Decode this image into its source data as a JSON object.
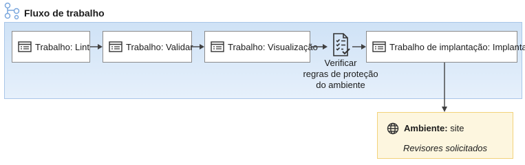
{
  "workflow": {
    "title": "Fluxo de trabalho",
    "jobs": [
      {
        "label": "Trabalho: Lint"
      },
      {
        "label": "Trabalho: Validar"
      },
      {
        "label": "Trabalho: Visualização"
      },
      {
        "label": "Trabalho de implantação: Implantar"
      }
    ],
    "verify_step": [
      "Verificar",
      "regras de proteção",
      "do ambiente"
    ]
  },
  "environment": {
    "label": "Ambiente:",
    "name": "site",
    "reviewers": "Revisores solicitados"
  },
  "icons": {
    "title": "workflow-icon",
    "job": "list-icon",
    "verify": "checklist-icon",
    "environment": "globe-icon"
  },
  "colors": {
    "workflow_fill": "#d6e6f7",
    "workflow_border": "#a9c6e8",
    "environment_fill": "#fdf6df",
    "environment_border": "#f2d27a",
    "arrow": "#404040",
    "icon_blue": "#7aa7dd"
  }
}
